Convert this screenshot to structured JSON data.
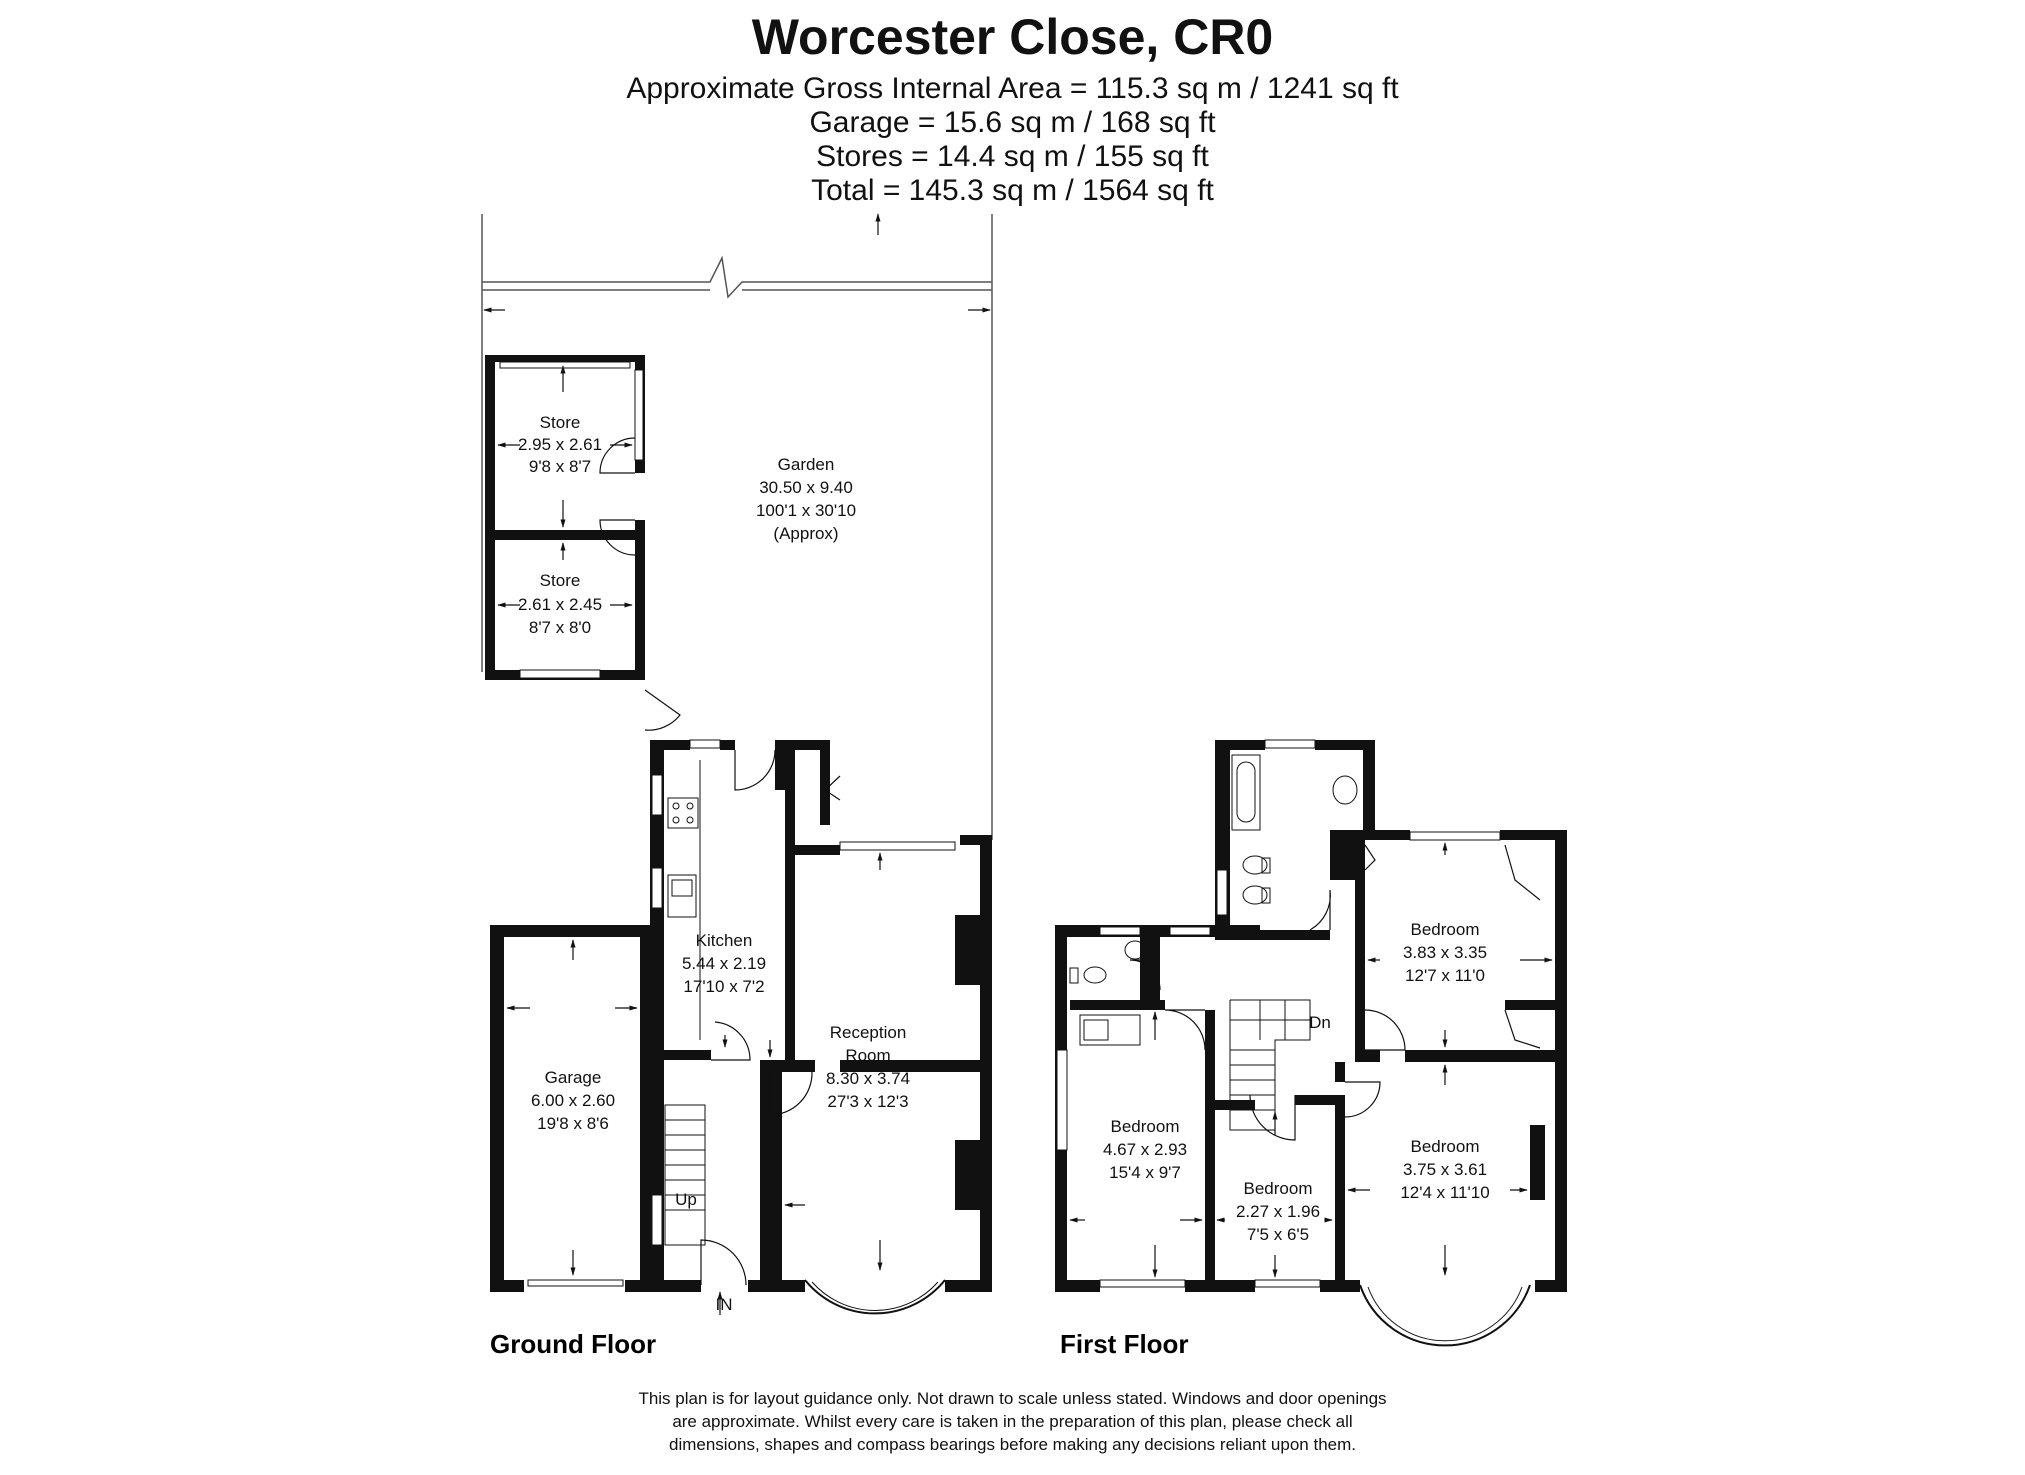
{
  "header": {
    "title": "Worcester Close, CR0",
    "gross_internal_area": "Approximate Gross Internal Area = 115.3 sq m / 1241 sq ft",
    "garage_area": "Garage = 15.6 sq m / 168 sq ft",
    "stores_area": "Stores = 14.4 sq m / 155 sq ft",
    "total_area": "Total = 145.3 sq m / 1564 sq ft"
  },
  "ground_floor": {
    "label": "Ground Floor",
    "rooms": {
      "store_upper": {
        "name": "Store",
        "metric": "2.95 x 2.61",
        "imperial": "9'8 x 8'7"
      },
      "store_lower": {
        "name": "Store",
        "metric": "2.61 x 2.45",
        "imperial": "8'7 x 8'0"
      },
      "garden": {
        "name": "Garden",
        "metric": "30.50 x 9.40",
        "imperial": "100'1 x 30'10",
        "note": "(Approx)"
      },
      "kitchen": {
        "name": "Kitchen",
        "metric": "5.44 x 2.19",
        "imperial": "17'10 x 7'2"
      },
      "reception": {
        "name_line1": "Reception",
        "name_line2": "Room",
        "metric": "8.30 x 3.74",
        "imperial": "27'3 x 12'3"
      },
      "garage": {
        "name": "Garage",
        "metric": "6.00 x 2.60",
        "imperial": "19'8 x 8'6"
      }
    },
    "stairs_label": "Up",
    "entrance_label": "IN"
  },
  "first_floor": {
    "label": "First Floor",
    "rooms": {
      "bedroom_rear_right": {
        "name": "Bedroom",
        "metric": "3.83 x 3.35",
        "imperial": "12'7 x 11'0"
      },
      "bedroom_front_left": {
        "name": "Bedroom",
        "metric": "4.67 x 2.93",
        "imperial": "15'4 x 9'7"
      },
      "bedroom_small": {
        "name": "Bedroom",
        "metric": "2.27 x 1.96",
        "imperial": "7'5 x 6'5"
      },
      "bedroom_front_right": {
        "name": "Bedroom",
        "metric": "3.75 x 3.61",
        "imperial": "12'4 x 11'10"
      }
    },
    "stairs_label": "Dn"
  },
  "disclaimer": {
    "line1": "This plan is for layout guidance only. Not drawn to scale unless stated. Windows and door openings",
    "line2": "are approximate. Whilst every care is taken in the preparation of this plan, please check all",
    "line3": "dimensions, shapes and compass bearings before making any decisions reliant upon them."
  }
}
